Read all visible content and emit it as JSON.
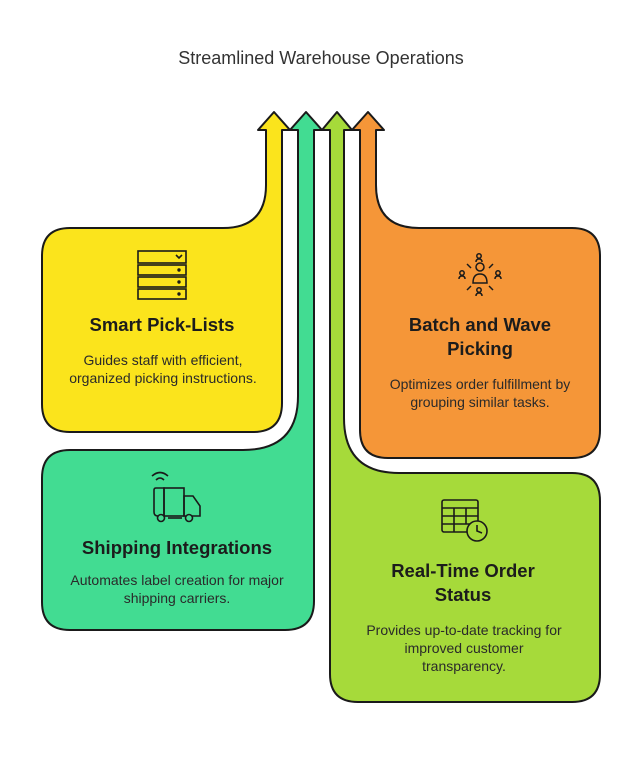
{
  "title": "Streamlined Warehouse Operations",
  "colors": {
    "yellow": "#FBE41C",
    "green": "#42DC92",
    "lime": "#A6DA3A",
    "orange": "#F59638",
    "outline": "#1a1a1a"
  },
  "cards": [
    {
      "id": "smart-pick-lists",
      "title": "Smart Pick-Lists",
      "description": "Guides staff with efficient, organized picking instructions.",
      "icon": "list-icon",
      "color": "yellow"
    },
    {
      "id": "batch-and-wave-picking",
      "title": "Batch and Wave Picking",
      "description": "Optimizes order fulfillment by grouping similar tasks.",
      "icon": "group-icon",
      "color": "orange"
    },
    {
      "id": "shipping-integrations",
      "title": "Shipping Integrations",
      "description": "Automates label creation for major shipping carriers.",
      "icon": "truck-icon",
      "color": "green"
    },
    {
      "id": "real-time-order-status",
      "title": "Real-Time Order Status",
      "description": "Provides up-to-date tracking for improved customer transparency.",
      "icon": "table-clock-icon",
      "color": "lime"
    }
  ]
}
